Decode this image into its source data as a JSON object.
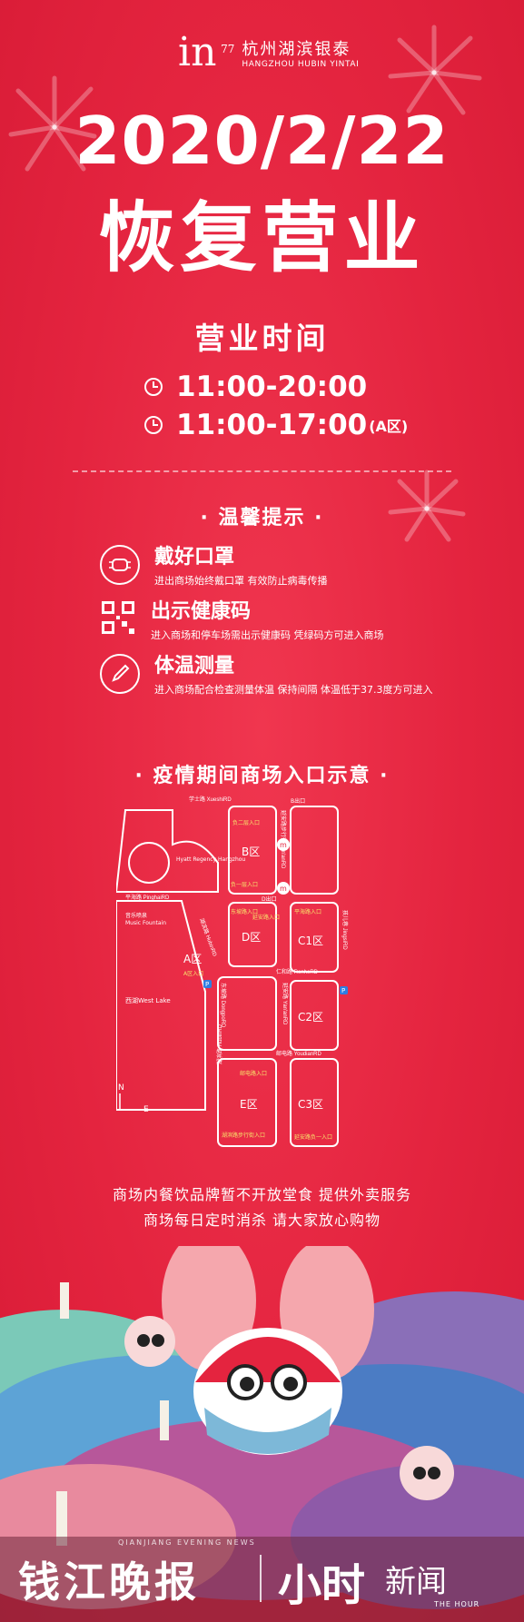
{
  "brand": {
    "mark": "in",
    "mark_sup": "77",
    "name_cn": "杭州湖滨银泰",
    "name_en": "HANGZHOU HUBIN YINTAI"
  },
  "date": "2020/2/22",
  "headline": "恢复营业",
  "hours": {
    "title": "营业时间",
    "rows": [
      {
        "time": "11:00-20:00",
        "suffix": ""
      },
      {
        "time": "11:00-17:00",
        "suffix": "(A区)"
      }
    ]
  },
  "tips": {
    "title": "· 温馨提示 ·",
    "items": [
      {
        "icon": "mask-icon",
        "head": "戴好口罩",
        "desc": "进出商场始终戴口罩 有效防止病毒传播"
      },
      {
        "icon": "qr-code-icon",
        "head": "出示健康码",
        "desc": "进入商场和停车场需出示健康码 凭绿码方可进入商场"
      },
      {
        "icon": "thermometer-icon",
        "head": "体温测量",
        "desc": "进入商场配合检查测量体温 保持间隔 体温低于37.3度方可进入"
      }
    ]
  },
  "map": {
    "title": "· 疫情期间商场入口示意 ·",
    "roads": {
      "top": "学士路 XueshiRD",
      "pinghai": "平海路 PinghaiRD",
      "renhe": "仁和路 RenheRD",
      "youdian": "邮电路 YoudianRD",
      "hubin": "湖滨路 HubinRD",
      "yanan": "延安路 Yan'anRD",
      "dongpo": "东坡路 DongpoRD",
      "hubinRight": "湖滨路 HubinRD",
      "jingsi": "孩儿巷 JingsiRD",
      "yanan2": "延安路步行街 Yan'anRD"
    },
    "labels": {
      "hyatt": "Hyatt Regency Hangzhou",
      "music_cn": "音乐喷泉",
      "music_en": "Music Fountain",
      "westlake": "西湖West Lake",
      "compass_n": "N",
      "compass_e": "E",
      "bexit": "B出口",
      "dexit": "D出口"
    },
    "zones": {
      "A": "A区",
      "B": "B区",
      "C1": "C1区",
      "C2": "C2区",
      "C3": "C3区",
      "D": "D区",
      "E": "E区"
    },
    "entrances": {
      "b2": "负二层入口",
      "b1": "负一层入口",
      "dongpo": "东坡路入口",
      "yanan_d": "延安路入口",
      "pinghai": "平海路入口",
      "a": "A区入口",
      "youdian": "邮电路入口",
      "hubin_e": "湖滨路步行街入口",
      "yanan_c3": "延安路负一入口"
    },
    "parking": "P",
    "metro": "m"
  },
  "notices": [
    "商场内餐饮品牌暂不开放堂食 提供外卖服务",
    "商场每日定时消杀 请大家放心购物"
  ],
  "footer": {
    "brand1": "钱江晚报",
    "brand2": "小时",
    "brand3": "新闻",
    "sub": "QIANJIANG EVENING NEWS",
    "tag": "THE HOUR"
  },
  "colors": {
    "bg": "#e4243f",
    "accent": "#f7e26b"
  }
}
